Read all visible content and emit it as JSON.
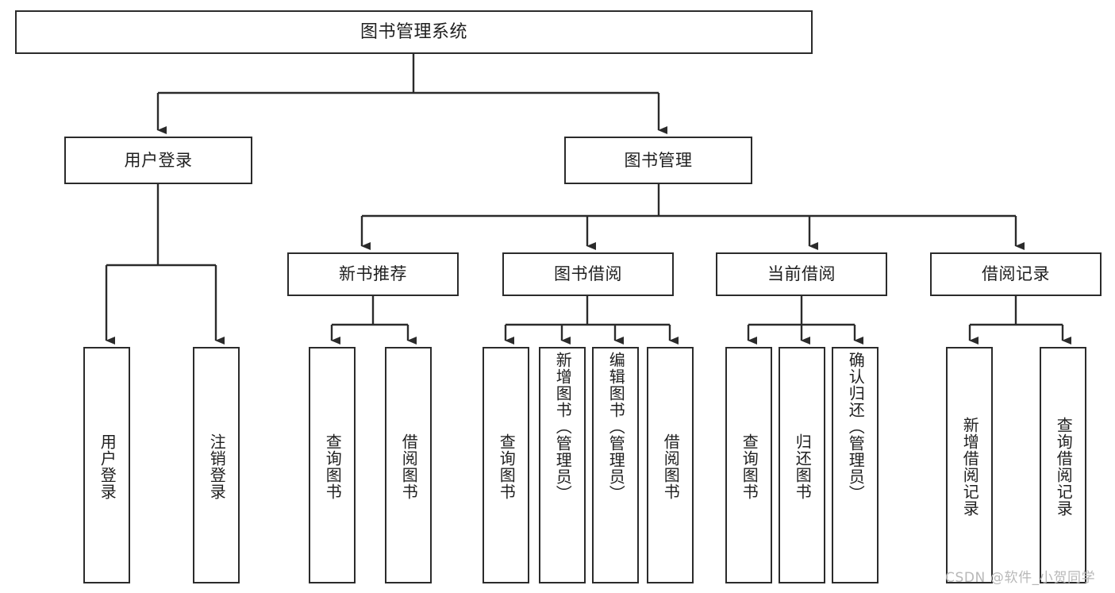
{
  "diagram": {
    "title": "图书管理系统",
    "type": "hierarchy-tree",
    "orientation": "top-down",
    "line_color": "#2b2b2b",
    "box_fill": "#ffffff",
    "levels": 4
  },
  "root": {
    "label": "图书管理系统"
  },
  "level2": [
    {
      "label": "用户登录"
    },
    {
      "label": "图书管理"
    }
  ],
  "level3": [
    {
      "label": "新书推荐"
    },
    {
      "label": "图书借阅"
    },
    {
      "label": "当前借阅"
    },
    {
      "label": "借阅记录"
    }
  ],
  "leaves": [
    {
      "label": "用户登录",
      "parent": "用户登录"
    },
    {
      "label": "注销登录",
      "parent": "用户登录"
    },
    {
      "label": "查询图书",
      "parent": "新书推荐"
    },
    {
      "label": "借阅图书",
      "parent": "新书推荐"
    },
    {
      "label": "查询图书",
      "parent": "图书借阅"
    },
    {
      "label": "新增图书（管理员）",
      "parent": "图书借阅"
    },
    {
      "label": "编辑图书（管理员）",
      "parent": "图书借阅"
    },
    {
      "label": "借阅图书",
      "parent": "图书借阅"
    },
    {
      "label": "查询图书",
      "parent": "当前借阅"
    },
    {
      "label": "归还图书",
      "parent": "当前借阅"
    },
    {
      "label": "确认归还（管理员）",
      "parent": "当前借阅"
    },
    {
      "label": "新增借阅记录",
      "parent": "借阅记录"
    },
    {
      "label": "查询借阅记录",
      "parent": "借阅记录"
    }
  ],
  "watermark": {
    "text": "CSDN @软件_小贺同学"
  }
}
